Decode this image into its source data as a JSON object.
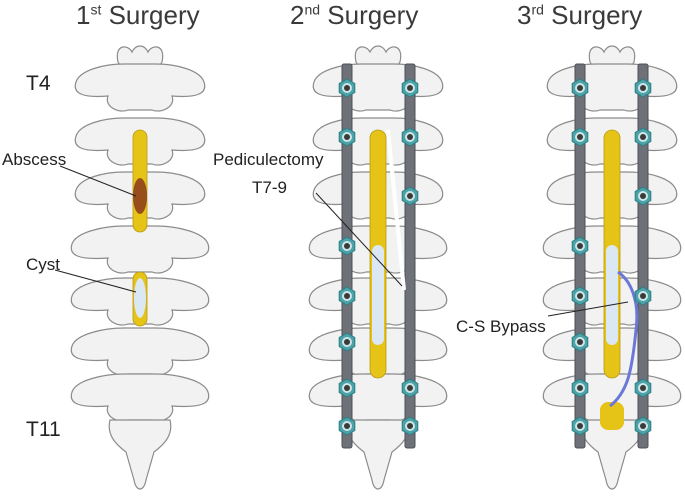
{
  "panels": [
    {
      "num": "1",
      "sup": "st",
      "word": "Surgery"
    },
    {
      "num": "2",
      "sup": "nd",
      "word": "Surgery"
    },
    {
      "num": "3",
      "sup": "rd",
      "word": "Surgery"
    }
  ],
  "labels": {
    "t4": "T4",
    "t11": "T11",
    "abscess": "Abscess",
    "cyst": "Cyst",
    "pediculectomy": "Pediculectomy",
    "t79": "T7-9",
    "bypass": "C-S Bypass"
  },
  "colors": {
    "bone_fill": "#f2f2f2",
    "bone_stroke": "#8c8c8c",
    "canal_yellow": "#e6c317",
    "cyst_fill": "#dbe7f2",
    "abscess": "#8a3a1c",
    "rod": "#6f7178",
    "screw_ring": "#4aa3a8",
    "screw_center": "#3a3a3a",
    "shunt": "#6b78d8"
  }
}
